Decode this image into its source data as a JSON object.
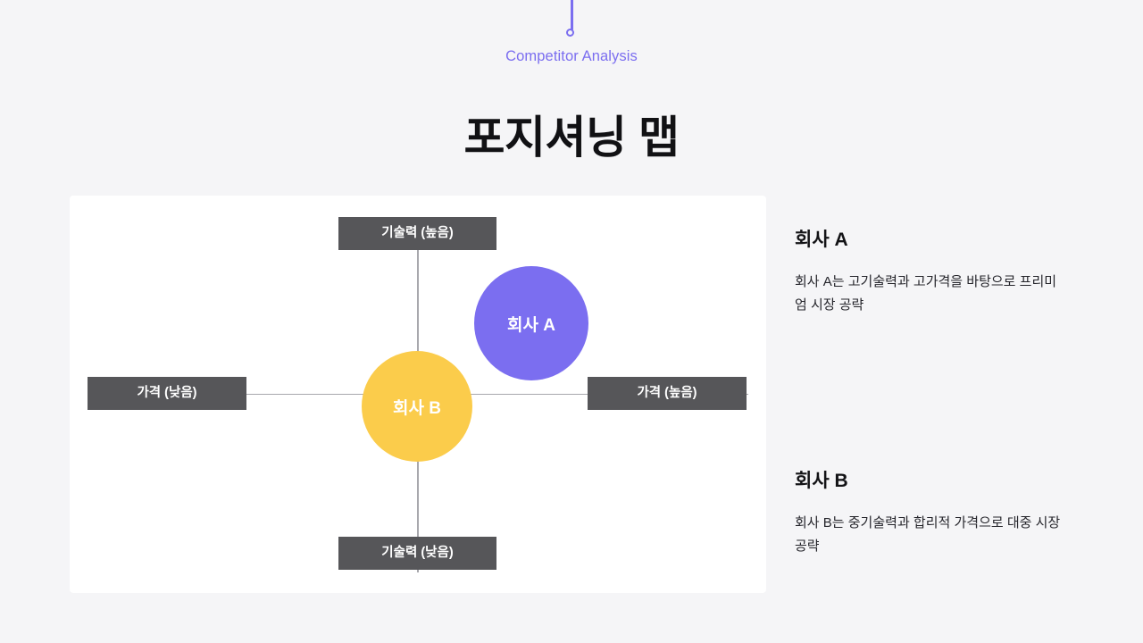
{
  "header": {
    "eyebrow": "Competitor Analysis",
    "title": "포지셔닝 맵",
    "accent_color": "#7b6ef0"
  },
  "map": {
    "axis_labels": {
      "top": "기술력 (높음)",
      "bottom": "기술력 (낮음)",
      "left": "가격 (낮음)",
      "right": "가격 (높음)"
    },
    "bubbles": [
      {
        "label": "회사 A",
        "color": "#7b6ef0"
      },
      {
        "label": "회사 B",
        "color": "#fbcc4b"
      }
    ],
    "label_box_color": "#565659",
    "axis_line_color": "#a8a8ad",
    "panel_color": "#ffffff"
  },
  "notes": [
    {
      "title": "회사 A",
      "body": "회사 A는 고기술력과 고가격을 바탕으로 프리미엄 시장 공략"
    },
    {
      "title": "회사 B",
      "body": "회사 B는 중기술력과 합리적 가격으로 대중 시장 공략"
    }
  ],
  "chart_data": {
    "type": "scatter",
    "title": "포지셔닝 맵",
    "subtitle": "Competitor Analysis",
    "xlabel": "가격",
    "ylabel": "기술력",
    "xlim": [
      0,
      100
    ],
    "ylim": [
      0,
      100
    ],
    "x_tick_labels": [
      "가격 (낮음)",
      "가격 (높음)"
    ],
    "y_tick_labels": [
      "기술력 (낮음)",
      "기술력 (높음)"
    ],
    "grid": false,
    "legend": "none",
    "points": [
      {
        "name": "회사 A",
        "x": 67,
        "y": 68,
        "size": 128,
        "color": "#7b6ef0"
      },
      {
        "name": "회사 B",
        "x": 50,
        "y": 46,
        "size": 124,
        "color": "#fbcc4b"
      }
    ]
  }
}
